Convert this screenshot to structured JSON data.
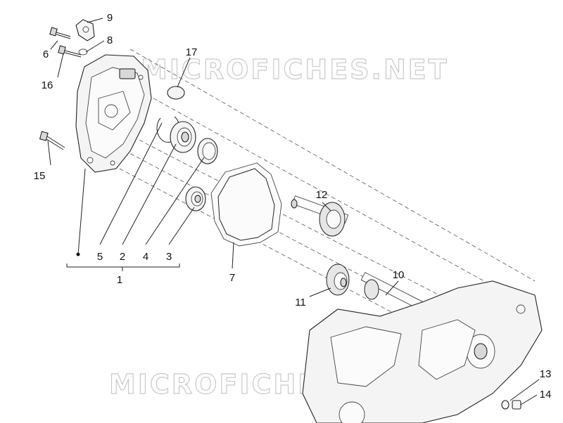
{
  "watermark": {
    "text": "MICROFICHES.NET"
  },
  "callouts": [
    {
      "id": "1",
      "label": "1"
    },
    {
      "id": "2",
      "label": "2"
    },
    {
      "id": "3",
      "label": "3"
    },
    {
      "id": "4",
      "label": "4"
    },
    {
      "id": "5",
      "label": "5"
    },
    {
      "id": "6",
      "label": "6"
    },
    {
      "id": "7",
      "label": "7"
    },
    {
      "id": "8",
      "label": "8"
    },
    {
      "id": "9",
      "label": "9"
    },
    {
      "id": "10",
      "label": "10"
    },
    {
      "id": "11",
      "label": "11"
    },
    {
      "id": "12",
      "label": "12"
    },
    {
      "id": "13",
      "label": "13"
    },
    {
      "id": "14",
      "label": "14"
    },
    {
      "id": "15",
      "label": "15"
    },
    {
      "id": "16",
      "label": "16"
    },
    {
      "id": "17",
      "label": "17"
    }
  ],
  "colors": {
    "ink": "#222222",
    "watermark": "#c9c9c9",
    "background": "#ffffff"
  }
}
